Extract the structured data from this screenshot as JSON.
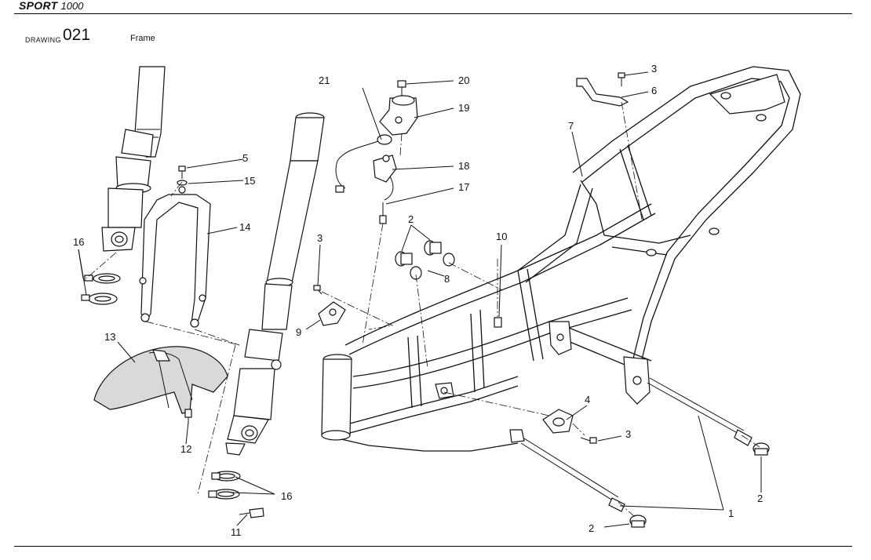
{
  "header": {
    "model": "SPORT",
    "displacement": "1000"
  },
  "drawing": {
    "label": "DRAWING",
    "number": "021",
    "title": "Frame"
  },
  "callouts": {
    "c1": "1",
    "c2a": "2",
    "c2b": "2",
    "c2c": "2",
    "c3a": "3",
    "c3b": "3",
    "c3c": "3",
    "c4": "4",
    "c5": "5",
    "c6": "6",
    "c7": "7",
    "c8": "8",
    "c9": "9",
    "c10": "10",
    "c11": "11",
    "c12": "12",
    "c13": "13",
    "c14": "14",
    "c15": "15",
    "c16a": "16",
    "c16b": "16",
    "c17": "17",
    "c18": "18",
    "c19": "19",
    "c20": "20",
    "c21": "21"
  }
}
